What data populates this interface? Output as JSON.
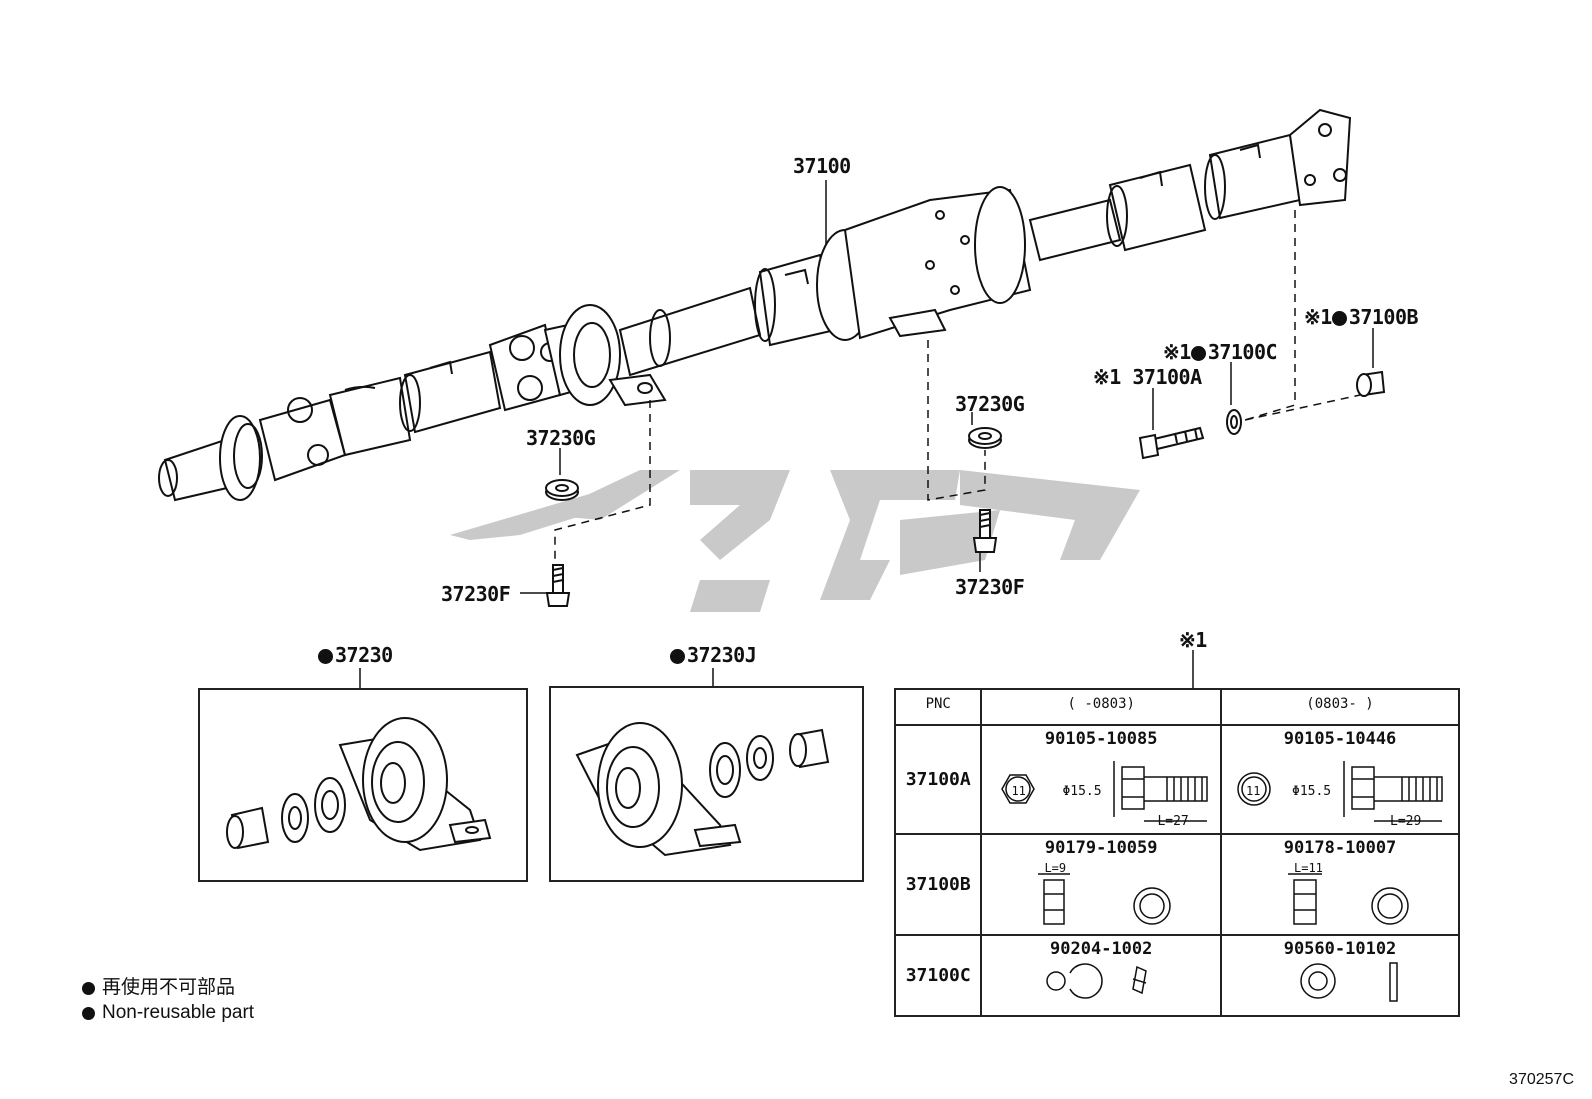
{
  "callouts": {
    "shaft": "37100",
    "washer_left": "37230G",
    "bolt_left": "37230F",
    "washer_right": "37230G",
    "bolt_right": "37230F",
    "part_b": "37100B",
    "part_c": "37100C",
    "part_a": "37100A",
    "mark": "※1"
  },
  "boxes": {
    "left_title": "37230",
    "right_title": "37230J"
  },
  "table": {
    "title": "※1",
    "headers": {
      "pnc": "PNC",
      "col1": "(      -0803)",
      "col2": "(0803-      )"
    },
    "rows": [
      {
        "pnc": "37100A",
        "c1": "90105-10085",
        "c2": "90105-10446",
        "dia1": "Φ15.5",
        "len1": "L=27",
        "dia2": "Φ15.5",
        "len2": "L=29",
        "bolt1": "11",
        "bolt2": "11"
      },
      {
        "pnc": "37100B",
        "c1": "90179-10059",
        "c2": "90178-10007",
        "len1": "L=9",
        "len2": "L=11"
      },
      {
        "pnc": "37100C",
        "c1": "90204-1002",
        "c2": "90560-10102"
      }
    ]
  },
  "legend": {
    "line1": "再使用不可部品",
    "line2": "Non-reusable part"
  },
  "footer": {
    "code": "370257C"
  },
  "colors": {
    "ink": "#111111",
    "watermark": "#c9c9c9"
  }
}
